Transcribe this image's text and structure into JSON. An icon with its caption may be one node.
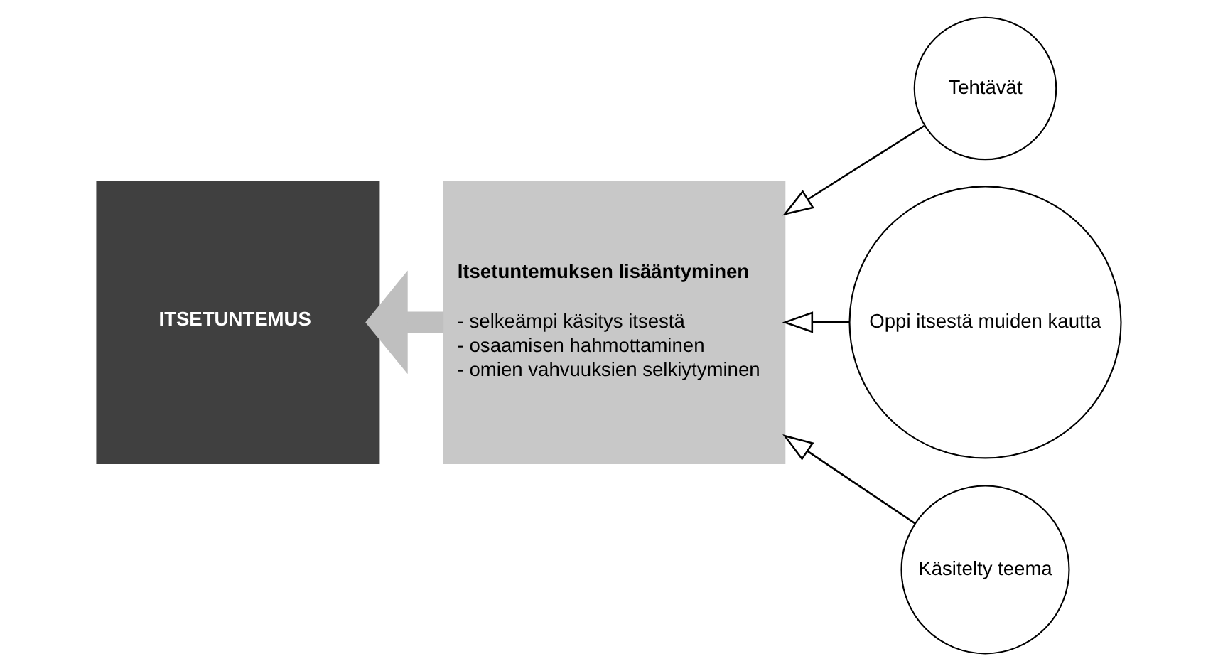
{
  "diagram": {
    "nodes": [
      {
        "text": [
          "ITSETUNTEMUS"
        ]
      },
      {
        "text": [
          "Itsetuntemuksen lisääntyminen",
          "- selkeämpi käsitys itsestä",
          "- osaamisen hahmottaminen",
          "- omien vahvuuksien selkiytyminen"
        ]
      },
      {
        "text": [
          "Tehtävät"
        ]
      },
      {
        "text": [
          "Oppi itsestä muiden kautta"
        ]
      },
      {
        "text": [
          "Käsitelty teema"
        ]
      }
    ],
    "edges": [
      {
        "from": 1,
        "to": 0,
        "arrow": "to",
        "style": "thick",
        "color": "#bfbfbf"
      },
      {
        "from": 2,
        "to": 1,
        "arrow": "to"
      },
      {
        "from": 3,
        "to": 1,
        "arrow": "to"
      },
      {
        "from": 4,
        "to": 1,
        "arrow": "to"
      }
    ]
  }
}
